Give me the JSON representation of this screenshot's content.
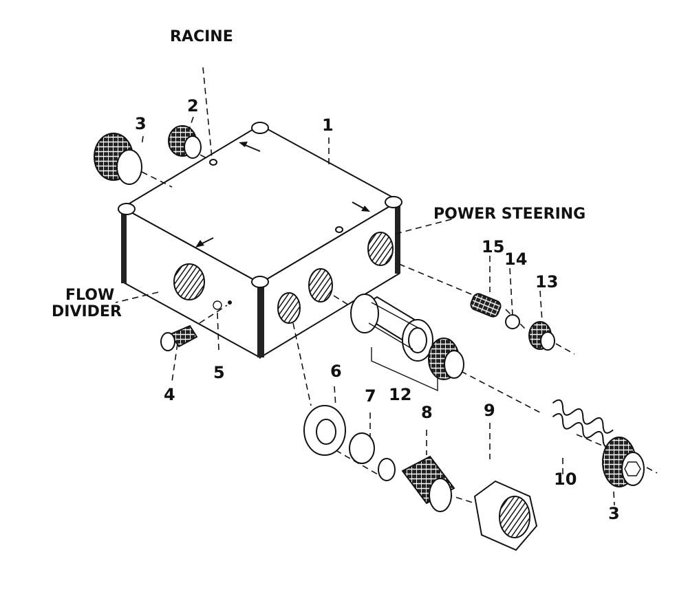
{
  "labels": {
    "racine": "RACINE",
    "power_steering": "POWER STEERING",
    "flow": "FLOW",
    "divider": "DIVIDER"
  },
  "parts": {
    "p1": "1",
    "p2": "2",
    "p3_top": "3",
    "p3_bottom": "3",
    "p4": "4",
    "p5": "5",
    "p6": "6",
    "p7": "7",
    "p8": "8",
    "p9": "9",
    "p10": "10",
    "p12": "12",
    "p13": "13",
    "p14": "14",
    "p15": "15"
  }
}
